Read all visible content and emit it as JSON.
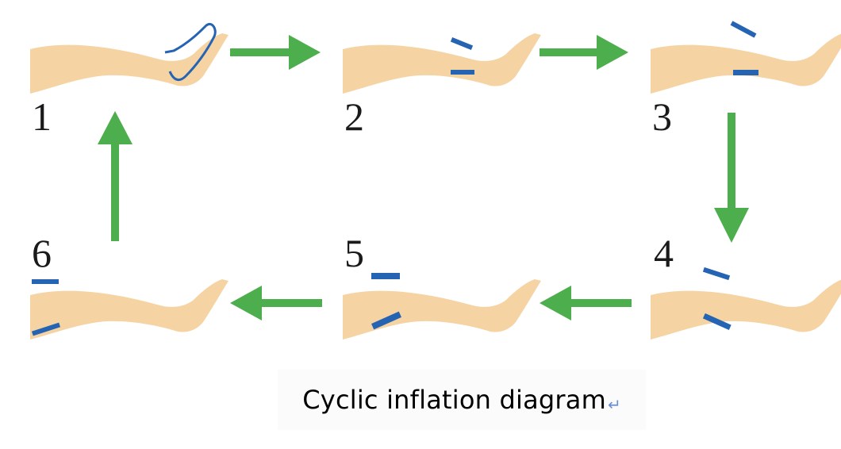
{
  "colors": {
    "skin": "#f6d3a3",
    "cuff": "#2563b3",
    "arrow": "#4cae4c",
    "label": "#1a1a1a"
  },
  "steps": [
    {
      "label": "1",
      "cuff": "foot"
    },
    {
      "label": "2",
      "cuff": "ankle"
    },
    {
      "label": "3",
      "cuff": "calf"
    },
    {
      "label": "4",
      "cuff": "knee"
    },
    {
      "label": "5",
      "cuff": "lower-thigh"
    },
    {
      "label": "6",
      "cuff": "upper-thigh"
    }
  ],
  "arrows": [
    {
      "from": "1",
      "to": "2",
      "direction": "right"
    },
    {
      "from": "2",
      "to": "3",
      "direction": "right"
    },
    {
      "from": "3",
      "to": "4",
      "direction": "down"
    },
    {
      "from": "4",
      "to": "5",
      "direction": "left"
    },
    {
      "from": "5",
      "to": "6",
      "direction": "left"
    },
    {
      "from": "6",
      "to": "1",
      "direction": "up"
    }
  ],
  "caption": {
    "text": "Cyclic inflation diagram",
    "mark": "↵"
  }
}
